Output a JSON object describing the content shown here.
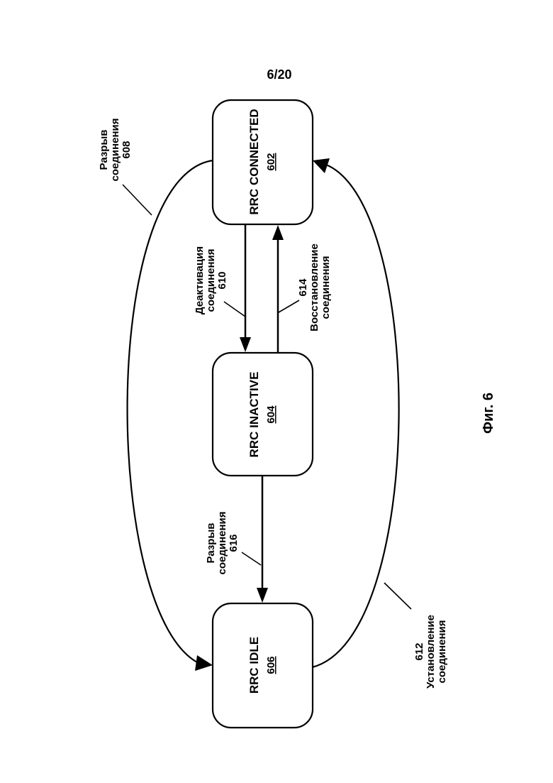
{
  "sheet_number": "6/20",
  "figure_caption": "Фиг. 6",
  "states": {
    "connected": {
      "title": "RRC CONNECTED",
      "number": "602"
    },
    "inactive": {
      "title": "RRC INACTIVE",
      "number": "604"
    },
    "idle": {
      "title": "RRC IDLE",
      "number": "606"
    }
  },
  "transitions": {
    "t608": {
      "line1": "Разрыв",
      "line2": "соединения",
      "number": "608"
    },
    "t610": {
      "line1": "Деактивация",
      "line2": "соединения",
      "number": "610"
    },
    "t612": {
      "number": "612",
      "line1": "Установление",
      "line2": "соединения"
    },
    "t614": {
      "number": "614",
      "line1": "Восстановление",
      "line2": "соединения"
    },
    "t616": {
      "line1": "Разрыв",
      "line2": "соединения",
      "number": "616"
    }
  }
}
